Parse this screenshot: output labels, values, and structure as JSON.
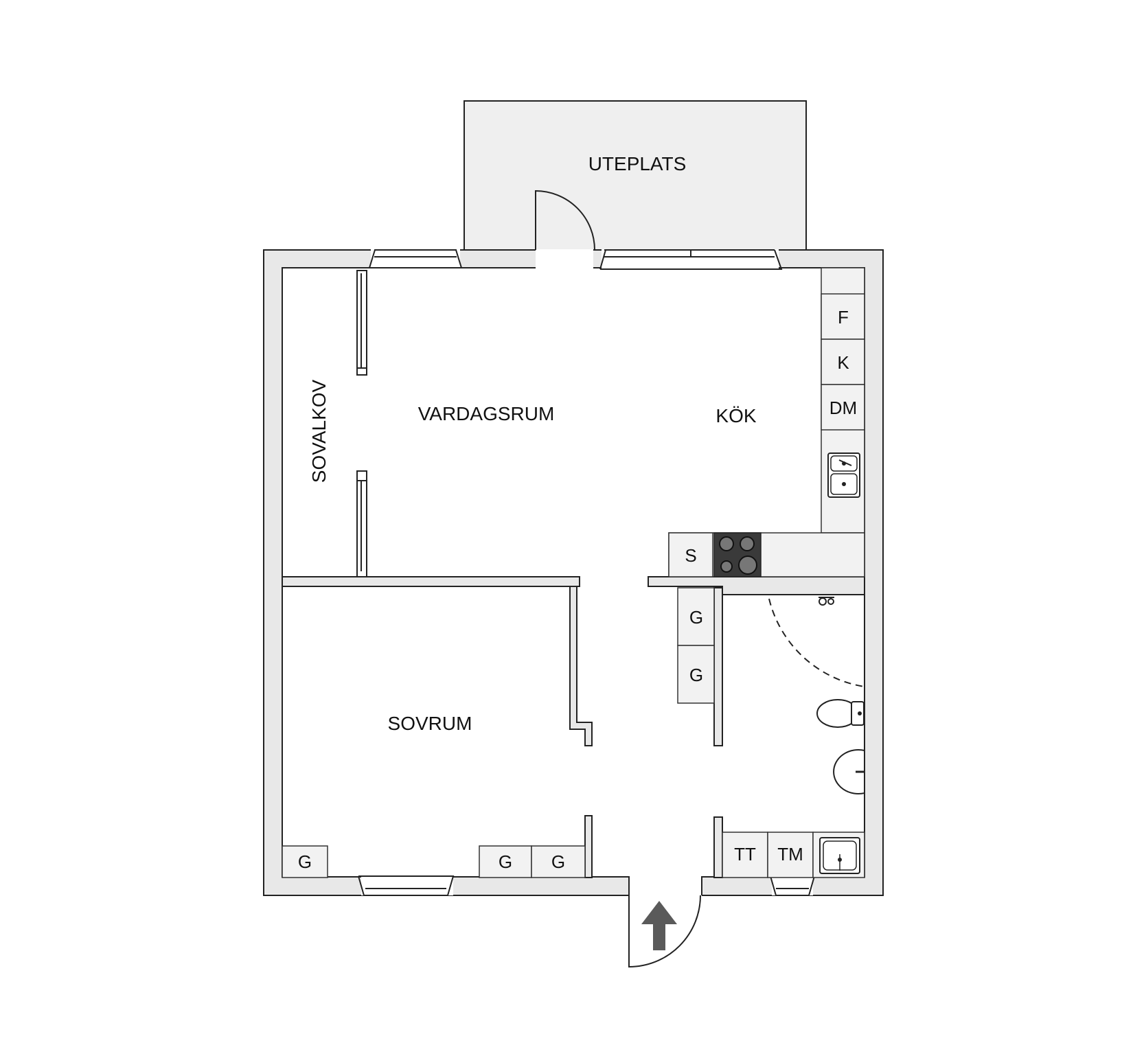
{
  "rooms": {
    "uteplats": "UTEPLATS",
    "vardagsrum": "VARDAGSRUM",
    "kok": "KÖK",
    "sovalkov": "SOVALKOV",
    "sovrum": "SOVRUM"
  },
  "fixtures": {
    "fridge": "F",
    "freezer": "K",
    "dishwasher": "DM",
    "storage": "S",
    "wardrobe": "G",
    "dryer": "TT",
    "washer": "TM"
  },
  "colors": {
    "wall": "#e8e8e8",
    "terrace": "#efefef",
    "stroke": "#222222",
    "arrow": "#5a5a5a"
  }
}
